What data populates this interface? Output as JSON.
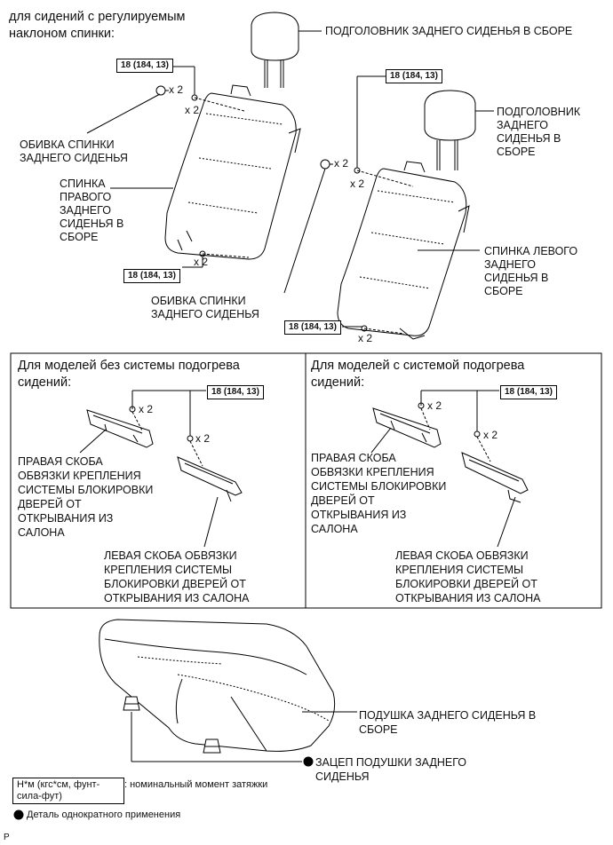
{
  "header": {
    "line1": "для сидений с регулируемым",
    "line2": "наклоном спинки:"
  },
  "torque": "18 (184, 13)",
  "count": "x 2",
  "labels": {
    "headrest_right": "ПОДГОЛОВНИК ЗАДНЕГО СИДЕНЬЯ В СБОРЕ",
    "headrest_left": "ПОДГОЛОВНИК\nЗАДНЕГО\nСИДЕНЬЯ В\nСБОРЕ",
    "cover_right": "ОБИВКА СПИНКИ\nЗАДНЕГО СИДЕНЬЯ",
    "back_right": "СПИНКА\nПРАВОГО\nЗАДНЕГО\nСИДЕНЬЯ В\nСБОРЕ",
    "cover_left": "ОБИВКА СПИНКИ\nЗАДНЕГО СИДЕНЬЯ",
    "back_left": "СПИНКА ЛЕВОГО\nЗАДНЕГО\nСИДЕНЬЯ В\nСБОРЕ",
    "panel_left_title": "Для моделей без системы подогрева\nсидений:",
    "panel_right_title": "Для моделей с системой подогрева\nсидений:",
    "bracket_right": "ПРАВАЯ СКОБА\nОБВЯЗКИ КРЕПЛЕНИЯ\nСИСТЕМЫ БЛОКИРОВКИ\nДВЕРЕЙ ОТ\nОТКРЫВАНИЯ ИЗ\nСАЛОНА",
    "bracket_left": "ЛЕВАЯ СКОБА ОБВЯЗКИ\nКРЕПЛЕНИЯ СИСТЕМЫ\nБЛОКИРОВКИ ДВЕРЕЙ ОТ\nОТКРЫВАНИЯ ИЗ САЛОНА",
    "cushion": "ПОДУШКА ЗАДНЕГО СИДЕНЬЯ В\nСБОРЕ",
    "cushion_hook": "ЗАЦЕП ПОДУШКИ ЗАДНЕГО\nСИДЕНЬЯ"
  },
  "legend": {
    "torque_unit": "Н*м (кгс*см, фунт-\nсила-фут)",
    "torque_desc": ": номинальный момент затяжки",
    "single_use": "Деталь однократного применения"
  },
  "footer_code": "P"
}
